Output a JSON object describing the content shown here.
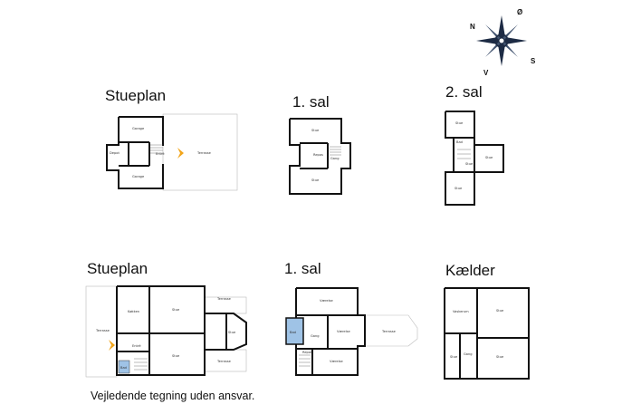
{
  "plans": {
    "top_ground": {
      "title": "Stueplan",
      "rooms": [
        "Garage",
        "Depot",
        "Entré",
        "Garage",
        "Terrasse"
      ]
    },
    "top_first": {
      "title": "1. sal",
      "rooms": [
        "Stue",
        "Gang",
        "Repos",
        "Stue"
      ]
    },
    "top_second": {
      "title": "2. sal",
      "rooms": [
        "Stue",
        "Bad",
        "Stue",
        "Stue",
        "Stue"
      ]
    },
    "bottom_ground": {
      "title": "Stueplan",
      "rooms": [
        "Køkken",
        "Stue",
        "Terrasse",
        "Terrasse",
        "Entré",
        "Stue",
        "Bad",
        "Terrasse",
        "Stue"
      ]
    },
    "bottom_first": {
      "title": "1. sal",
      "rooms": [
        "Værelse",
        "Bad",
        "Værelse",
        "Terrasse",
        "Gang",
        "Repos",
        "Værelse"
      ]
    },
    "bottom_basement": {
      "title": "Kælder",
      "rooms": [
        "Vaskerum",
        "Stue",
        "Stue",
        "Gang",
        "Stue"
      ]
    }
  },
  "compass": {
    "n": "N",
    "o": "Ø",
    "s": "S",
    "v": "V"
  },
  "footer": "Vejledende tegning uden ansvar."
}
